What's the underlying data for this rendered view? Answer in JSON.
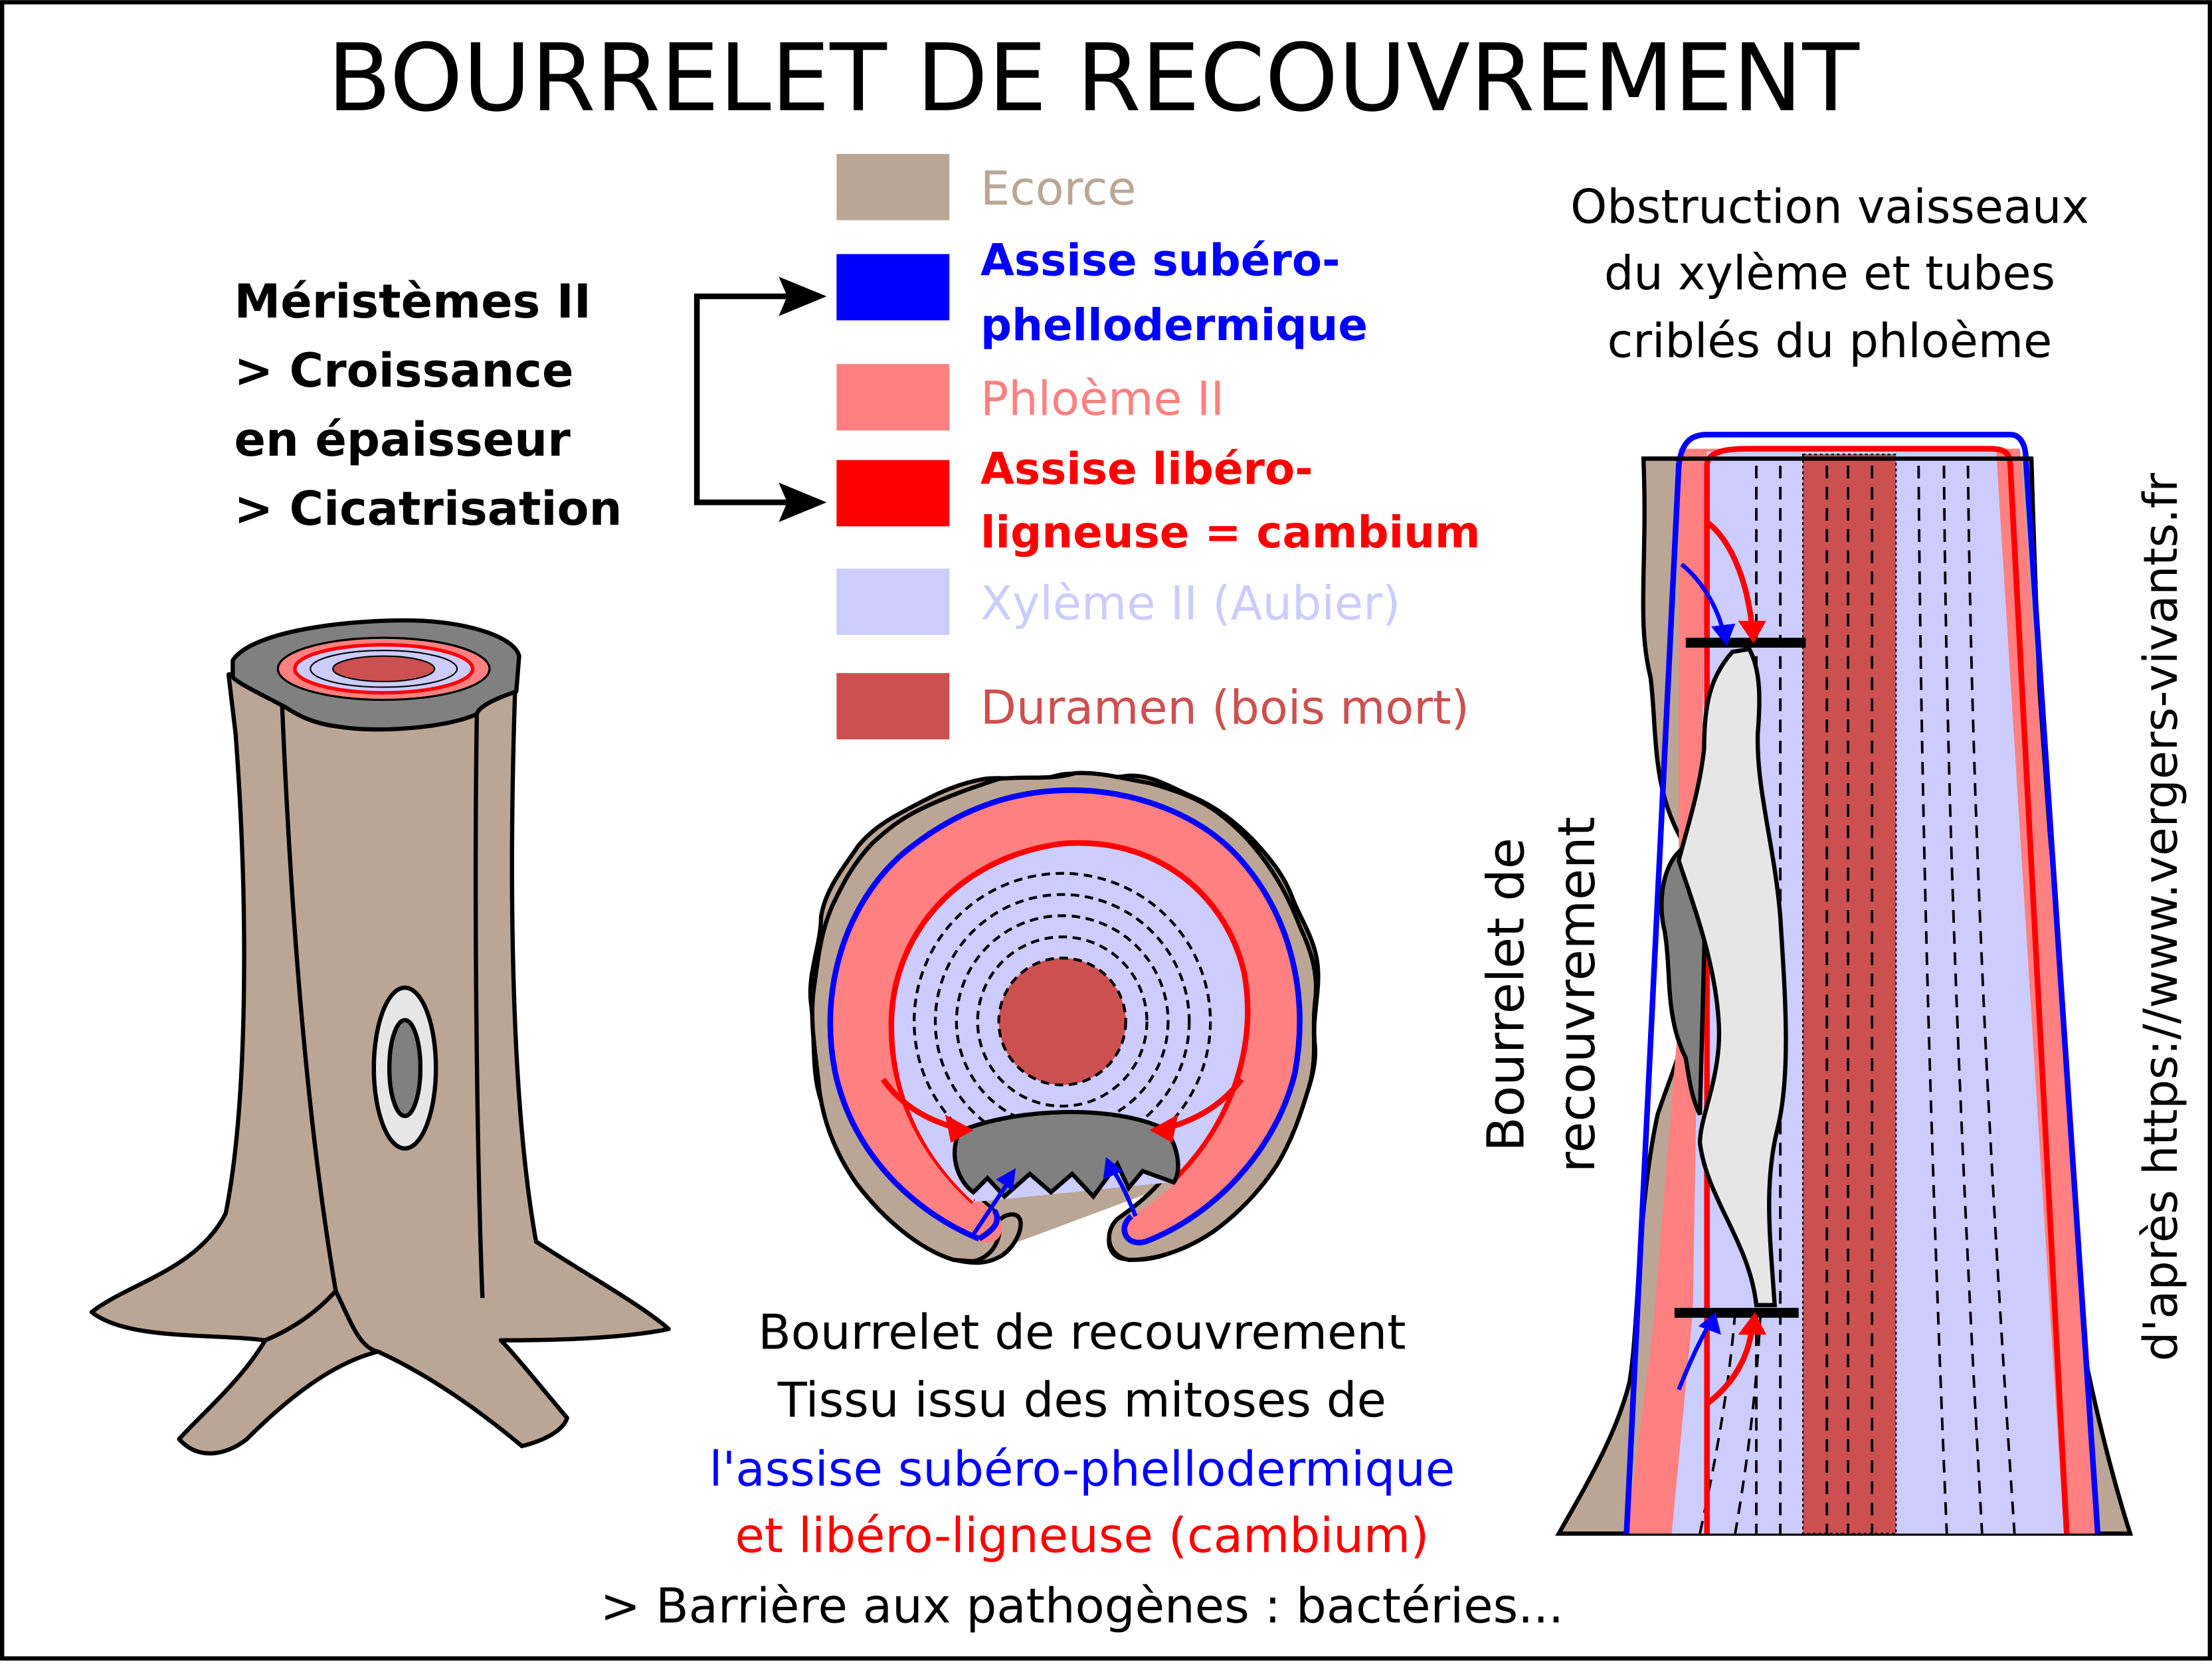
{
  "title": "BOURRELET DE RECOUVREMENT",
  "meristemes": {
    "line1": "Méristèmes II",
    "line2": "> Croissance",
    "line3": "en épaisseur",
    "line4": "> Cicatrisation"
  },
  "legend": [
    {
      "key": "ecorce",
      "lines": [
        "Ecorce"
      ],
      "color": "#bba695",
      "text_color": "#bba695",
      "bold": false
    },
    {
      "key": "subero",
      "lines": [
        "Assise subéro-",
        "phellodermique"
      ],
      "color": "#0000ff",
      "text_color": "#0000ff",
      "bold": true
    },
    {
      "key": "phloeme",
      "lines": [
        "Phloème II"
      ],
      "color": "#ff8080",
      "text_color": "#ff8080",
      "bold": false
    },
    {
      "key": "cambium",
      "lines": [
        "Assise libéro-",
        "ligneuse = cambium"
      ],
      "color": "#ff0000",
      "text_color": "#ff0000",
      "bold": true
    },
    {
      "key": "xyleme",
      "lines": [
        "Xylème II (Aubier)"
      ],
      "color": "#ccccff",
      "text_color": "#ccccff",
      "bold": false
    },
    {
      "key": "duramen",
      "lines": [
        "Duramen (bois mort)"
      ],
      "color": "#cd5050",
      "text_color": "#cd5050",
      "bold": false
    }
  ],
  "obstruction": {
    "line1": "Obstruction vaisseaux",
    "line2": "du xylème et tubes",
    "line3": "criblés du phloème"
  },
  "vertical_label": {
    "line1": "Bourrelet de",
    "line2": "recouvrement"
  },
  "source": "d'après https://www.vergers-vivants.fr",
  "caption": {
    "line1": "Bourrelet de recouvrement",
    "line2": "Tissu issu des mitoses de",
    "line3": "l'assise subéro-phellodermique",
    "line4": "et libéro-ligneuse (cambium)",
    "line5": "> Barrière aux pathogènes : bactéries..."
  },
  "colors": {
    "bark": "#bba695",
    "bark_dark": "#808080",
    "subero": "#0000ff",
    "phloem": "#ff8080",
    "cambium": "#ff0000",
    "xylem": "#ccccff",
    "heartwood": "#cd5050",
    "wound": "#e6e6e6",
    "caption_black": "#000000"
  }
}
